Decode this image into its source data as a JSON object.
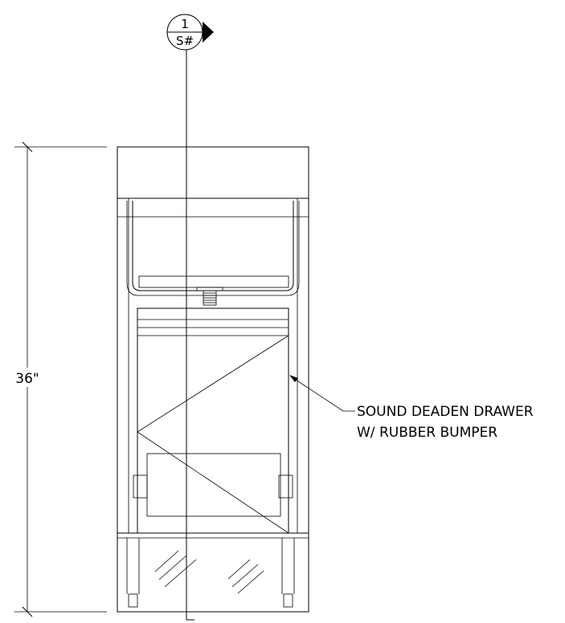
{
  "section_marker": {
    "number": "1",
    "sheet": "S#"
  },
  "dimension": {
    "height_label": "36\""
  },
  "callout": {
    "line1": "SOUND DEADEN DRAWER",
    "line2": "W/ RUBBER BUMPER"
  },
  "colors": {
    "ink": "#000000",
    "background": "#ffffff"
  }
}
